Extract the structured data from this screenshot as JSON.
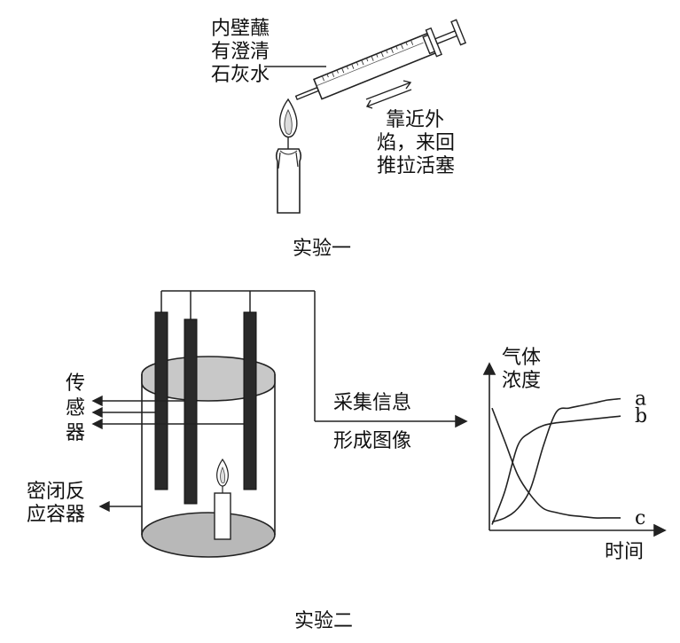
{
  "experiment1": {
    "caption": "实验一",
    "syringe_label_lines": [
      "内壁蘸",
      "有澄清",
      "石灰水"
    ],
    "motion_label_lines": [
      "靠近外",
      "焰，来回",
      "推拉活塞"
    ]
  },
  "experiment2": {
    "caption": "实验二",
    "sensor_label_lines": [
      "传",
      "感",
      "器"
    ],
    "container_label_lines": [
      "密闭反",
      "应容器"
    ],
    "arrow_label_lines": [
      "采集信息",
      "形成图像"
    ]
  },
  "chart": {
    "y_label_lines": [
      "气体",
      "浓度"
    ],
    "x_label": "时间"
  },
  "chart_data": {
    "type": "line",
    "title": "",
    "xlabel": "时间",
    "ylabel": "气体浓度",
    "x": [
      0,
      10,
      20,
      30,
      40,
      50,
      60,
      70,
      80,
      90,
      100
    ],
    "series": [
      {
        "name": "a",
        "values": [
          5,
          8,
          15,
          30,
          62,
          87,
          90,
          92,
          94,
          96,
          97
        ]
      },
      {
        "name": "b",
        "values": [
          3,
          28,
          62,
          72,
          77,
          79,
          80,
          81,
          82,
          83,
          84
        ]
      },
      {
        "name": "c",
        "values": [
          90,
          65,
          40,
          25,
          15,
          12,
          10,
          9,
          8,
          8,
          8
        ]
      }
    ],
    "xlim": [
      0,
      100
    ],
    "ylim": [
      0,
      100
    ],
    "grid": false,
    "legend": "labels at line ends"
  }
}
